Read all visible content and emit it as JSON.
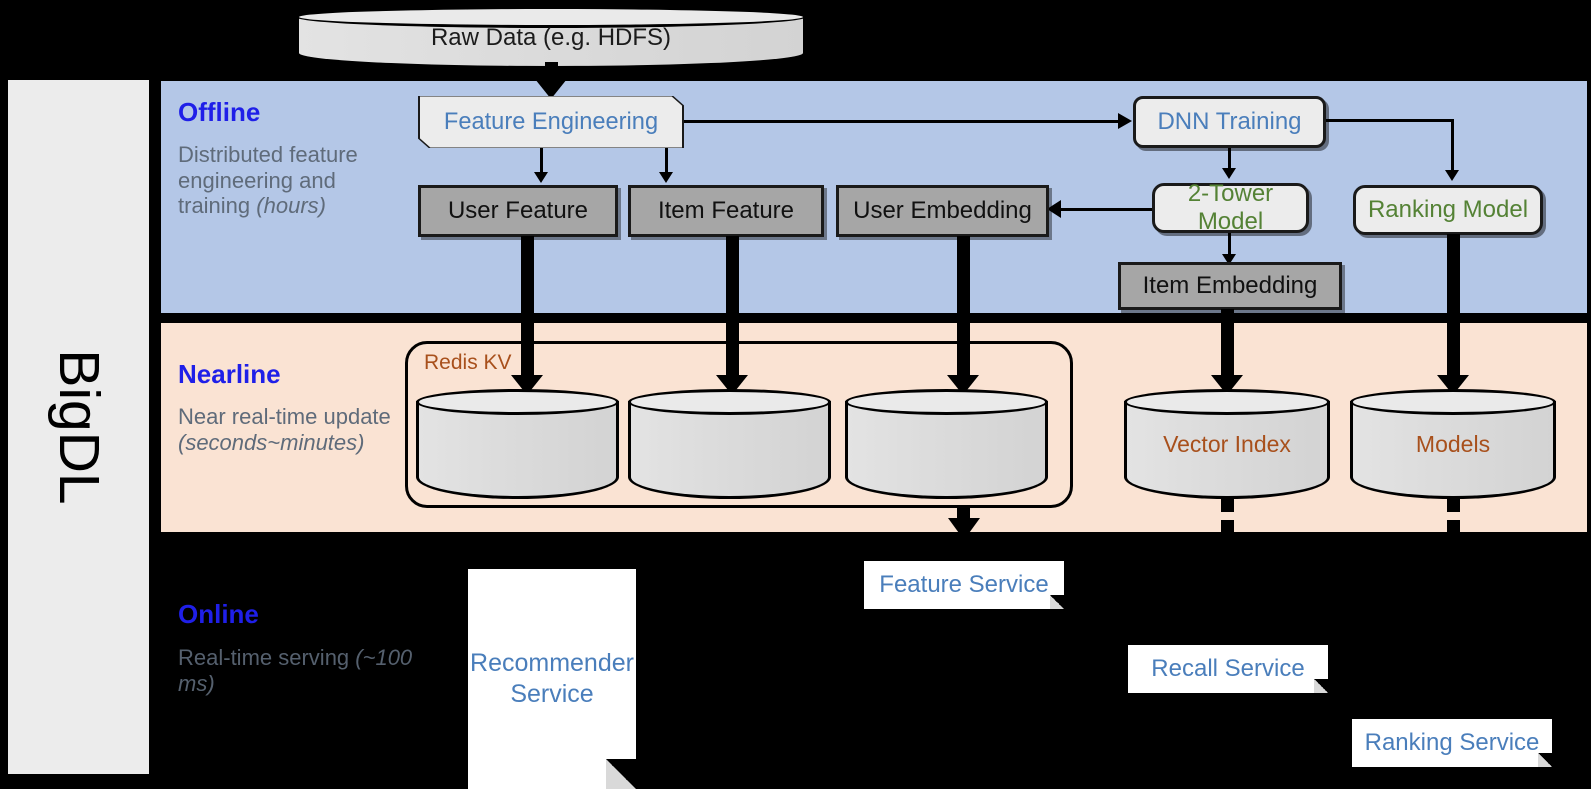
{
  "rail": {
    "label": "BigDL"
  },
  "top_source": {
    "label": "Raw Data (e.g. HDFS)",
    "icon": "database-cylinder-icon"
  },
  "bands": {
    "offline": {
      "title": "Offline",
      "description": "Distributed feature engineering and training ",
      "description_em": "(hours)",
      "bg_color": "#B4C7E7",
      "title_color": "#1F1FE8"
    },
    "nearline": {
      "title": "Nearline",
      "description": "Near real-time update ",
      "description_em": "(seconds~minutes)",
      "bg_color": "#FAE3D3",
      "title_color": "#1F1FE8"
    },
    "online": {
      "title": "Online",
      "description": "Real-time serving ",
      "description_em": "(~100 ms)",
      "bg_color": "#000000",
      "title_color": "#1F1FE8"
    }
  },
  "offline_nodes": {
    "feature_engineering": {
      "label": "Feature Engineering",
      "color": "#4A7EBB",
      "shape": "banner"
    },
    "dnn_training": {
      "label": "DNN Training",
      "color": "#4A7EBB",
      "shape": "rounded"
    },
    "user_feature": {
      "label": "User Feature",
      "color": "#111111",
      "shape": "gray-rect"
    },
    "item_feature": {
      "label": "Item Feature",
      "color": "#111111",
      "shape": "gray-rect"
    },
    "user_embedding": {
      "label": "User Embedding",
      "color": "#111111",
      "shape": "gray-rect"
    },
    "item_embedding": {
      "label": "Item Embedding",
      "color": "#111111",
      "shape": "gray-rect"
    },
    "two_tower_model": {
      "label": "2-Tower Model",
      "color": "#548235",
      "shape": "rounded"
    },
    "ranking_model": {
      "label": "Ranking Model",
      "color": "#548235",
      "shape": "rounded"
    }
  },
  "nearline_nodes": {
    "redis_kv": {
      "label": "Redis KV",
      "color": "#A8501C"
    },
    "store_1": {
      "label": ""
    },
    "store_2": {
      "label": ""
    },
    "store_3": {
      "label": ""
    },
    "vector_index": {
      "label": "Vector Index",
      "color": "#A8501C"
    },
    "models": {
      "label": "Models",
      "color": "#A8501C"
    }
  },
  "online_nodes": {
    "recommender_service": {
      "label": "Recommender Service",
      "color": "#4A7EBB"
    },
    "feature_service": {
      "label": "Feature Service",
      "color": "#4A7EBB"
    },
    "recall_service": {
      "label": "Recall Service",
      "color": "#4A7EBB"
    },
    "ranking_service": {
      "label": "Ranking Service",
      "color": "#4A7EBB"
    }
  }
}
